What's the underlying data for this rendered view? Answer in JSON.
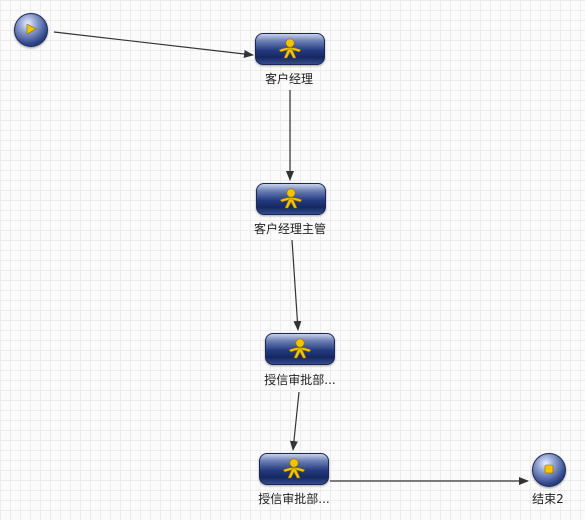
{
  "diagram": {
    "start": {
      "icon": "play-icon"
    },
    "tasks": [
      {
        "label": "客户经理",
        "icon": "person-running-icon"
      },
      {
        "label": "客户经理主管",
        "icon": "person-running-icon"
      },
      {
        "label": "授信审批部...",
        "icon": "person-running-icon"
      },
      {
        "label": "授信审批部...",
        "icon": "person-running-icon"
      }
    ],
    "end": {
      "label": "结束2",
      "icon": "stop-icon"
    }
  },
  "colors": {
    "node_dark": "#1b2653",
    "icon_yellow": "#f5c400",
    "edge": "#333333"
  }
}
